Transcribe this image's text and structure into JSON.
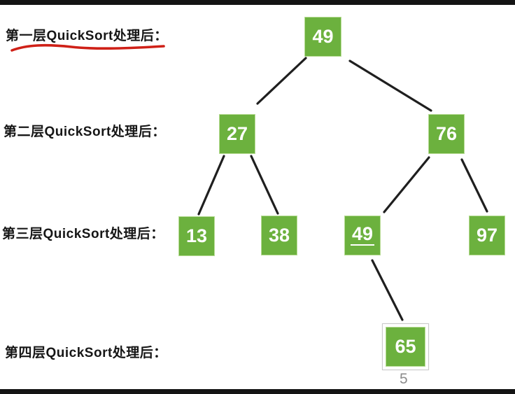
{
  "slide": {
    "page_number": "5",
    "background": "#ffffff",
    "letterbox_color": "#141414"
  },
  "colors": {
    "node_green": "#6cb13e",
    "node_text_white": "#ffffff",
    "edge_black": "#1f1f1f",
    "label_black": "#161616",
    "red_marker": "#cf2017",
    "highlight_border_gray": "#c9c9c9",
    "page_number_gray": "#8c8c8c"
  },
  "labels": [
    {
      "text": "第一层QuickSort处理后：",
      "red_underline": true
    },
    {
      "text": "第二层QuickSort处理后：",
      "red_underline": false
    },
    {
      "text": "第三层QuickSort处理后：",
      "red_underline": false
    },
    {
      "text": "第四层QuickSort处理后：",
      "red_underline": false
    }
  ],
  "tree": {
    "nodes": [
      {
        "id": "root",
        "value": "49",
        "level": 1,
        "underlined": false,
        "highlighted": false
      },
      {
        "id": "l2-left",
        "value": "27",
        "level": 2,
        "underlined": false,
        "highlighted": false
      },
      {
        "id": "l2-right",
        "value": "76",
        "level": 2,
        "underlined": false,
        "highlighted": false
      },
      {
        "id": "l3-a",
        "value": "13",
        "level": 3,
        "underlined": false,
        "highlighted": false
      },
      {
        "id": "l3-b",
        "value": "38",
        "level": 3,
        "underlined": false,
        "highlighted": false
      },
      {
        "id": "l3-c",
        "value": "49",
        "level": 3,
        "underlined": true,
        "highlighted": false
      },
      {
        "id": "l3-d",
        "value": "97",
        "level": 3,
        "underlined": false,
        "highlighted": false
      },
      {
        "id": "l4-a",
        "value": "65",
        "level": 4,
        "underlined": false,
        "highlighted": true
      }
    ],
    "edges": [
      {
        "from": "root",
        "to": "l2-left"
      },
      {
        "from": "root",
        "to": "l2-right"
      },
      {
        "from": "l2-left",
        "to": "l3-a"
      },
      {
        "from": "l2-left",
        "to": "l3-b"
      },
      {
        "from": "l2-right",
        "to": "l3-c"
      },
      {
        "from": "l2-right",
        "to": "l3-d"
      },
      {
        "from": "l3-c",
        "to": "l4-a"
      }
    ]
  }
}
